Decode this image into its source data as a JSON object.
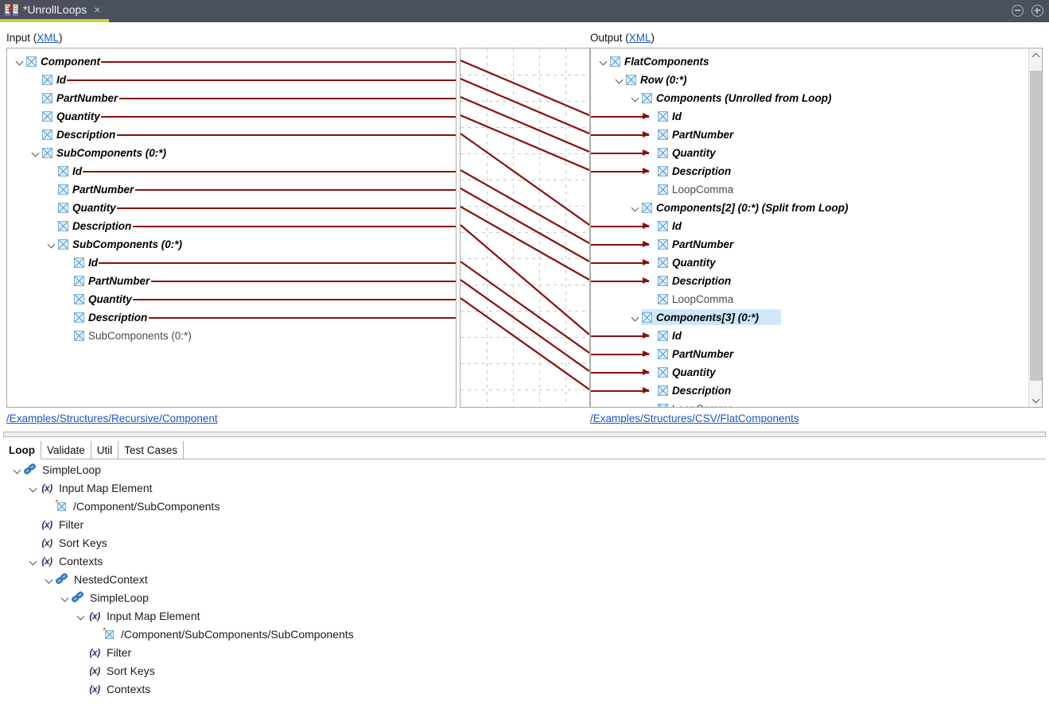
{
  "titlebar": {
    "tab_label": "*UnrollLoops",
    "tab_icon": "mapping-icon",
    "close_label": "×",
    "minimize_name": "minimize-icon",
    "maximize_name": "maximize-icon"
  },
  "panels": {
    "input": {
      "label_text": "Input (",
      "label_link": "XML",
      "label_close": ")",
      "path_link": "/Examples/Structures/Recursive/Component",
      "rows": [
        {
          "label": "Component",
          "level": 0,
          "expandable": true,
          "mapped": true,
          "line": true
        },
        {
          "label": "Id",
          "level": 1,
          "expandable": false,
          "mapped": true,
          "line": true
        },
        {
          "label": "PartNumber",
          "level": 1,
          "expandable": false,
          "mapped": true,
          "line": true
        },
        {
          "label": "Quantity",
          "level": 1,
          "expandable": false,
          "mapped": true,
          "line": true
        },
        {
          "label": "Description",
          "level": 1,
          "expandable": false,
          "mapped": true,
          "line": true
        },
        {
          "label": "SubComponents (0:*)",
          "level": 1,
          "expandable": true,
          "mapped": true,
          "line": false
        },
        {
          "label": "Id",
          "level": 2,
          "expandable": false,
          "mapped": true,
          "line": true
        },
        {
          "label": "PartNumber",
          "level": 2,
          "expandable": false,
          "mapped": true,
          "line": true
        },
        {
          "label": "Quantity",
          "level": 2,
          "expandable": false,
          "mapped": true,
          "line": true
        },
        {
          "label": "Description",
          "level": 2,
          "expandable": false,
          "mapped": true,
          "line": true
        },
        {
          "label": "SubComponents (0:*)",
          "level": 2,
          "expandable": true,
          "mapped": true,
          "line": false
        },
        {
          "label": "Id",
          "level": 3,
          "expandable": false,
          "mapped": true,
          "line": true
        },
        {
          "label": "PartNumber",
          "level": 3,
          "expandable": false,
          "mapped": true,
          "line": true
        },
        {
          "label": "Quantity",
          "level": 3,
          "expandable": false,
          "mapped": true,
          "line": true
        },
        {
          "label": "Description",
          "level": 3,
          "expandable": false,
          "mapped": true,
          "line": true
        },
        {
          "label": "SubComponents (0:*)",
          "level": 3,
          "expandable": false,
          "mapped": false,
          "line": false
        }
      ]
    },
    "output": {
      "label_text": "Output (",
      "label_link": "XML",
      "label_close": ")",
      "path_link": "/Examples/Structures/CSV/FlatComponents",
      "rows": [
        {
          "label": "FlatComponents",
          "level": 0,
          "expandable": true,
          "mapped": true,
          "arrow": false,
          "selected": false
        },
        {
          "label": "Row (0:*)",
          "level": 1,
          "expandable": true,
          "mapped": true,
          "arrow": false,
          "selected": false
        },
        {
          "label": "Components (Unrolled from Loop)",
          "level": 2,
          "expandable": true,
          "mapped": true,
          "arrow": false,
          "selected": false
        },
        {
          "label": "Id",
          "level": 3,
          "expandable": false,
          "mapped": true,
          "arrow": true,
          "selected": false
        },
        {
          "label": "PartNumber",
          "level": 3,
          "expandable": false,
          "mapped": true,
          "arrow": true,
          "selected": false
        },
        {
          "label": "Quantity",
          "level": 3,
          "expandable": false,
          "mapped": true,
          "arrow": true,
          "selected": false
        },
        {
          "label": "Description",
          "level": 3,
          "expandable": false,
          "mapped": true,
          "arrow": true,
          "selected": false
        },
        {
          "label": "LoopComma",
          "level": 3,
          "expandable": false,
          "mapped": false,
          "arrow": false,
          "selected": false
        },
        {
          "label": "Components[2] (0:*) (Split from Loop)",
          "level": 2,
          "expandable": true,
          "mapped": true,
          "arrow": false,
          "selected": false
        },
        {
          "label": "Id",
          "level": 3,
          "expandable": false,
          "mapped": true,
          "arrow": true,
          "selected": false
        },
        {
          "label": "PartNumber",
          "level": 3,
          "expandable": false,
          "mapped": true,
          "arrow": true,
          "selected": false
        },
        {
          "label": "Quantity",
          "level": 3,
          "expandable": false,
          "mapped": true,
          "arrow": true,
          "selected": false
        },
        {
          "label": "Description",
          "level": 3,
          "expandable": false,
          "mapped": true,
          "arrow": true,
          "selected": false
        },
        {
          "label": "LoopComma",
          "level": 3,
          "expandable": false,
          "mapped": false,
          "arrow": false,
          "selected": false
        },
        {
          "label": "Components[3] (0:*)",
          "level": 2,
          "expandable": true,
          "mapped": true,
          "arrow": false,
          "selected": true
        },
        {
          "label": "Id",
          "level": 3,
          "expandable": false,
          "mapped": true,
          "arrow": true,
          "selected": false
        },
        {
          "label": "PartNumber",
          "level": 3,
          "expandable": false,
          "mapped": true,
          "arrow": true,
          "selected": false
        },
        {
          "label": "Quantity",
          "level": 3,
          "expandable": false,
          "mapped": true,
          "arrow": true,
          "selected": false
        },
        {
          "label": "Description",
          "level": 3,
          "expandable": false,
          "mapped": true,
          "arrow": true,
          "selected": false
        },
        {
          "label": "LoopComma",
          "level": 3,
          "expandable": false,
          "mapped": false,
          "arrow": false,
          "selected": false
        }
      ],
      "scrollbar": {
        "name": "output-vertical-scrollbar"
      }
    }
  },
  "bottom": {
    "tabs": [
      {
        "label": "Loop",
        "active": true
      },
      {
        "label": "Validate",
        "active": false
      },
      {
        "label": "Util",
        "active": false
      },
      {
        "label": "Test Cases",
        "active": false
      }
    ],
    "rows": [
      {
        "label": "SimpleLoop",
        "level": 0,
        "icon": "loop",
        "expandable": true
      },
      {
        "label": "Input Map Element",
        "level": 1,
        "icon": "var",
        "expandable": true
      },
      {
        "label": "/Component/SubComponents",
        "level": 2,
        "icon": "path",
        "expandable": false
      },
      {
        "label": "Filter",
        "level": 1,
        "icon": "var",
        "expandable": false
      },
      {
        "label": "Sort Keys",
        "level": 1,
        "icon": "var",
        "expandable": false
      },
      {
        "label": "Contexts",
        "level": 1,
        "icon": "var",
        "expandable": true
      },
      {
        "label": "NestedContext",
        "level": 2,
        "icon": "loop",
        "expandable": true
      },
      {
        "label": "SimpleLoop",
        "level": 3,
        "icon": "loop",
        "expandable": true
      },
      {
        "label": "Input Map Element",
        "level": 4,
        "icon": "var",
        "expandable": true
      },
      {
        "label": "/Component/SubComponents/SubComponents",
        "level": 5,
        "icon": "path",
        "expandable": false
      },
      {
        "label": "Filter",
        "level": 4,
        "icon": "var",
        "expandable": false
      },
      {
        "label": "Sort Keys",
        "level": 4,
        "icon": "var",
        "expandable": false
      },
      {
        "label": "Contexts",
        "level": 4,
        "icon": "var",
        "expandable": false
      }
    ]
  },
  "colors": {
    "titlebar_bg": "#4a505e",
    "tab_underline": "#c2d92e",
    "connector_line": "#8b0e0e",
    "link": "#1a56c4",
    "selection": "#cde8f9",
    "checkbox_fill": "#dff0fb"
  }
}
